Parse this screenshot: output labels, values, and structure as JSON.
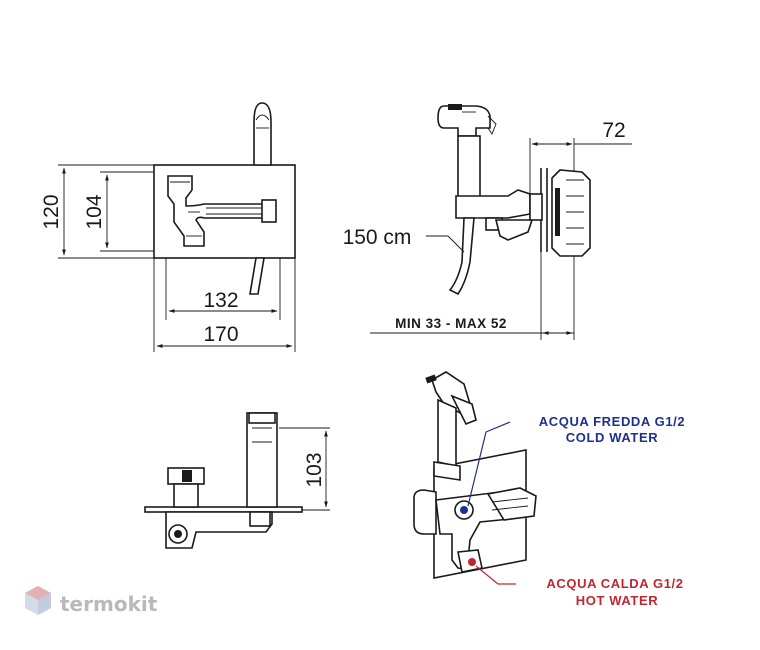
{
  "dimensions": {
    "front_height_outer": "120",
    "front_height_inner": "104",
    "front_width_inner": "132",
    "front_width_outer": "170",
    "side_depth": "72",
    "hose_length": "150 cm",
    "side_range": "MIN 33 - MAX 52",
    "bottom_height": "103"
  },
  "connections": {
    "cold_it": "ACQUA FREDDA  G1/2",
    "cold_en": "COLD WATER",
    "hot_it": "ACQUA  CALDA G1/2",
    "hot_en": "HOT WATER"
  },
  "colors": {
    "cold": "#1f2f8f",
    "hot": "#c0272d",
    "watermark": "#b9b9b9"
  },
  "watermark": {
    "text": "termokit",
    "icon": "hexagon-cube-icon"
  }
}
